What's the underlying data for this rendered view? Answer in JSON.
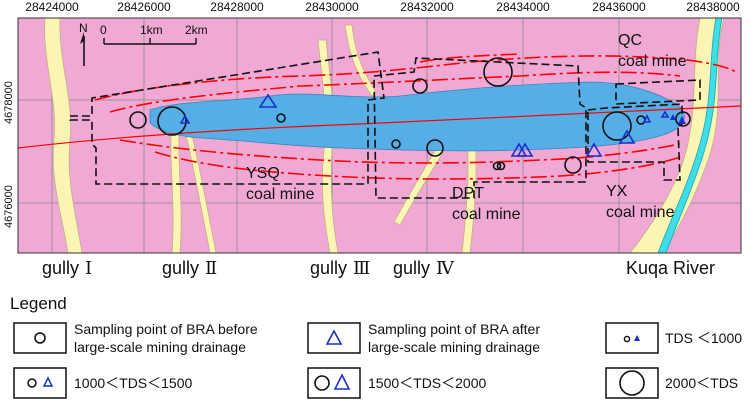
{
  "colors": {
    "land": "#f0a8d4",
    "gully_fill": "#fbf5b4",
    "aquifer": "#55aee6",
    "river": "#3fdde8",
    "fault": "#ff0000",
    "boundary_dash": "#111111",
    "sample_before": "#111111",
    "sample_after": "#1a2ecc"
  },
  "axes": {
    "x_ticks": [
      "28424000",
      "28426000",
      "28428000",
      "28430000",
      "28432000",
      "28434000",
      "28436000",
      "28438000"
    ],
    "y_ticks": [
      "4678000",
      "4676000"
    ]
  },
  "north_label": "N",
  "scale": {
    "labels": [
      "0",
      "1km",
      "2km"
    ]
  },
  "gullies": [
    {
      "name": "gully",
      "numeral": "Ⅰ"
    },
    {
      "name": "gully",
      "numeral": "Ⅱ"
    },
    {
      "name": "gully",
      "numeral": "Ⅲ"
    },
    {
      "name": "gully",
      "numeral": "Ⅳ"
    }
  ],
  "river_label": "Kuqa River",
  "mines": {
    "qc": [
      "QC",
      "coal mine"
    ],
    "ysq": [
      "YSQ",
      "coal mine"
    ],
    "dpt": [
      "DPT",
      "coal mine"
    ],
    "yx": [
      "YX",
      "coal mine"
    ]
  },
  "legend": {
    "title": "Legend",
    "before_text": [
      "Sampling point of BRA before",
      "large-scale mining drainage"
    ],
    "after_text": [
      "Sampling point of BRA after",
      "large-scale mining drainage"
    ],
    "tds_1": "TDS ＜1000",
    "tds_2": "1000＜TDS＜1500",
    "tds_3": "1500＜TDS＜2000",
    "tds_4": "2000＜TDS"
  }
}
